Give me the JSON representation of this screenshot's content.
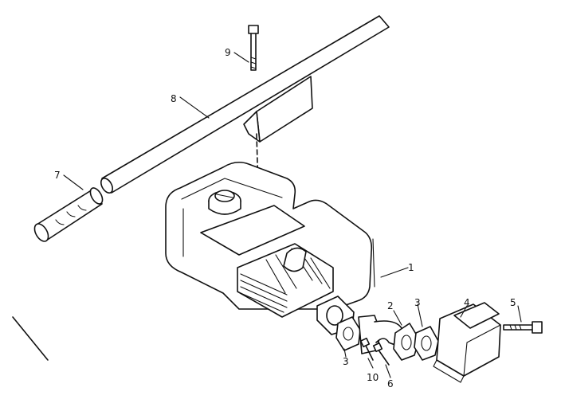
{
  "callouts": {
    "c1": "1",
    "c2": "2",
    "c3a": "3",
    "c3b": "3",
    "c4": "4",
    "c5": "5",
    "c6": "6",
    "c7": "7",
    "c8": "8",
    "c9": "9",
    "c10": "10"
  }
}
